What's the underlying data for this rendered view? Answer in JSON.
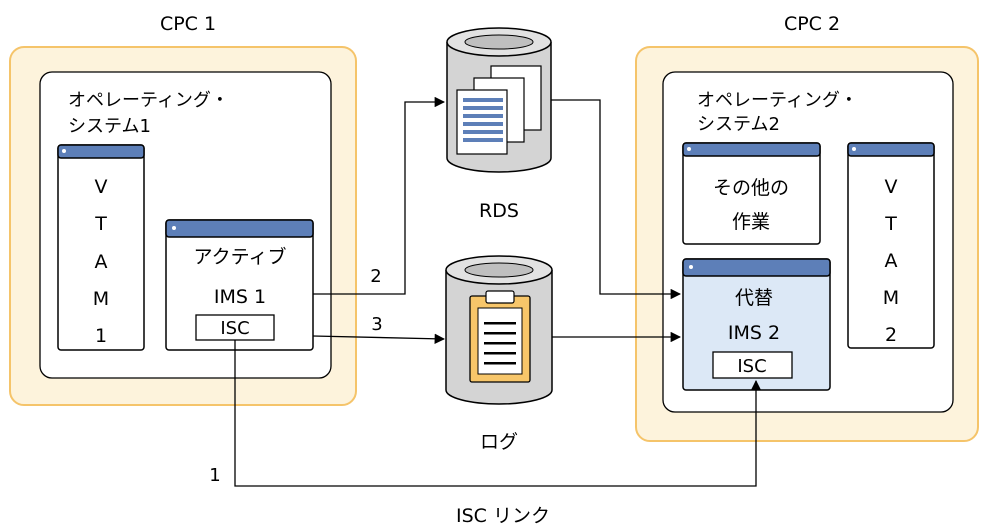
{
  "cpc1": {
    "title": "CPC 1",
    "os_label_line1": "オペレーティング・",
    "os_label_line2": "システム1",
    "vtam_letters": [
      "V",
      "T",
      "A",
      "M",
      "1"
    ],
    "ims_line1": "アクティブ",
    "ims_line2": "IMS 1",
    "isc_label": "ISC"
  },
  "cpc2": {
    "title": "CPC 2",
    "os_label_line1": "オペレーティング・",
    "os_label_line2": "システム2",
    "other_work_line1": "その他の",
    "other_work_line2": "作業",
    "vtam_letters": [
      "V",
      "T",
      "A",
      "M",
      "2"
    ],
    "ims_line1": "代替",
    "ims_line2": "IMS 2",
    "isc_label": "ISC"
  },
  "rds": {
    "label": "RDS"
  },
  "log": {
    "label": "ログ"
  },
  "connections": {
    "label_1": "1",
    "label_2": "2",
    "label_3": "3",
    "isc_link_label": "ISC リンク"
  },
  "colors": {
    "cpc_fill": "#fdf3dc",
    "cpc_border": "#f5c46a",
    "window_titlebar": "#5d7fb8",
    "ims2_fill": "#dce8f6",
    "cylinder_fill": "#d4d4d4",
    "clipboard_fill": "#f7c66a"
  }
}
